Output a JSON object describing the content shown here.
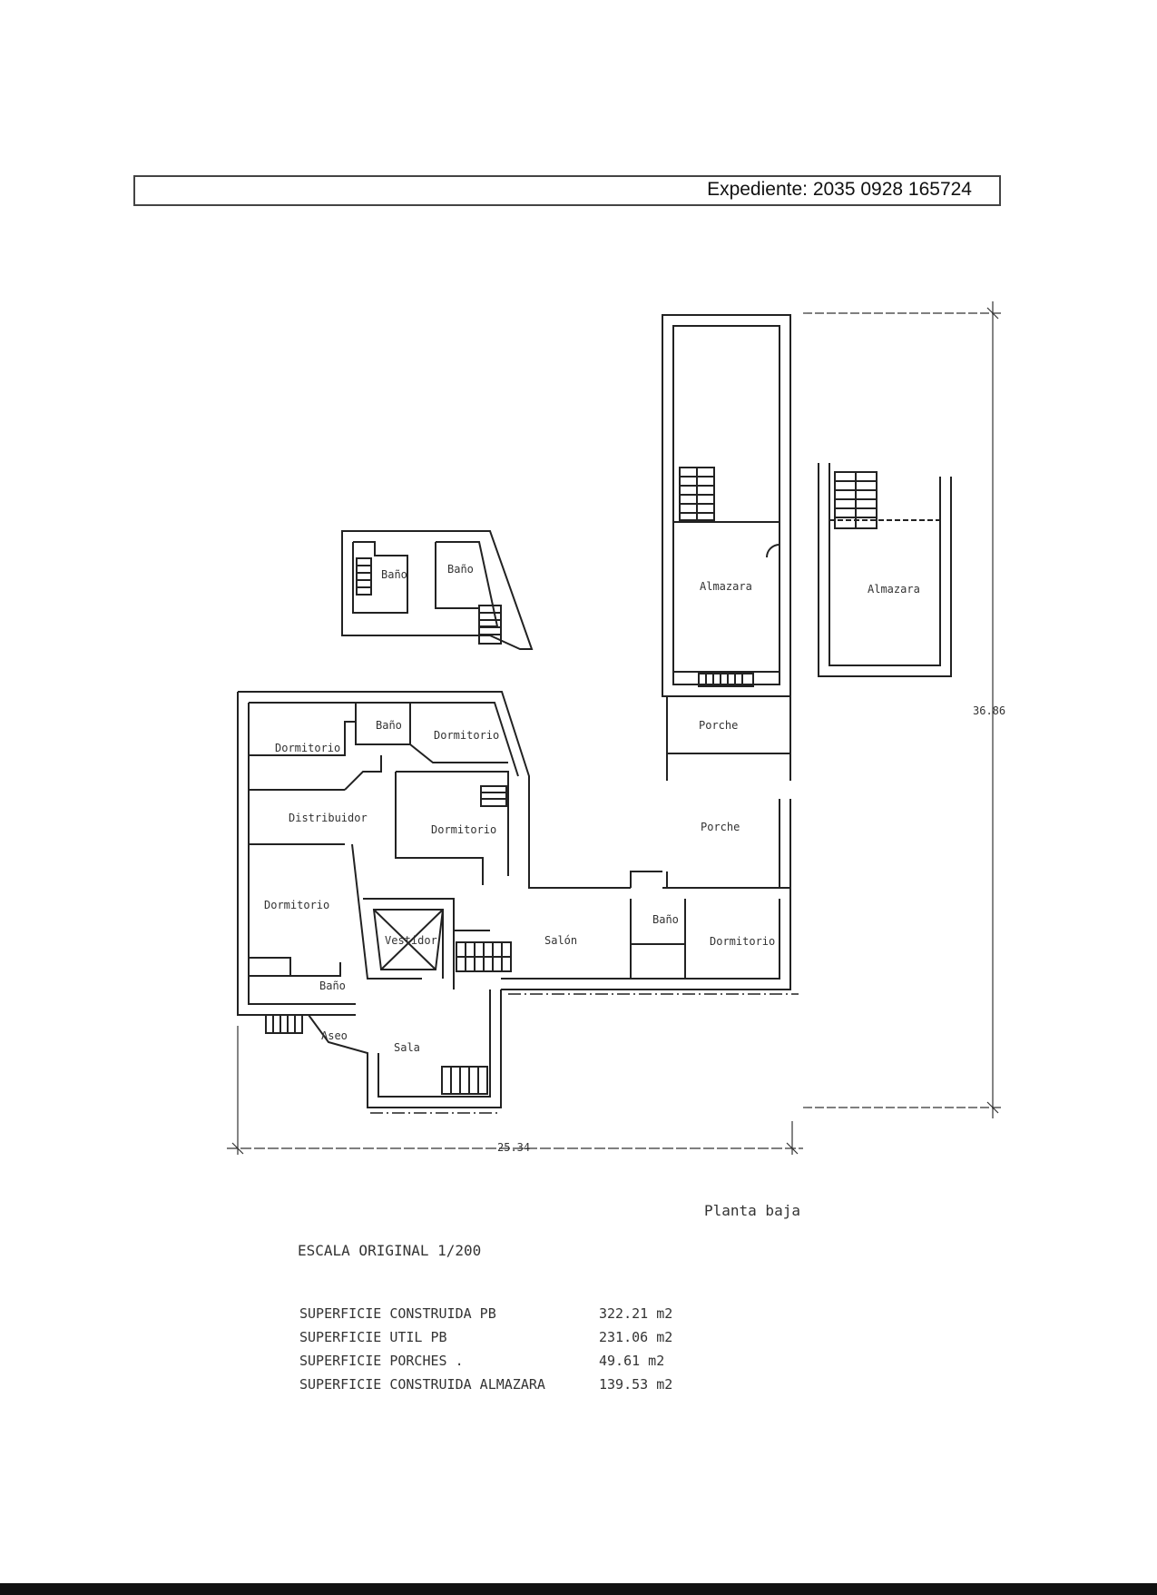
{
  "header": {
    "expediente": "Expediente: 2035 0928 165724"
  },
  "plan": {
    "rooms": {
      "bano_annex_1": "Baño",
      "bano_annex_2": "Baño",
      "almazara_1": "Almazara",
      "almazara_2": "Almazara",
      "porche_1": "Porche",
      "porche_2": "Porche",
      "dormitorio_nw": "Dormitorio",
      "bano_n": "Baño",
      "dormitorio_n": "Dormitorio",
      "distribuidor": "Distribuidor",
      "dormitorio_c": "Dormitorio",
      "dormitorio_w": "Dormitorio",
      "vestidor": "Vestidor",
      "bano_sw": "Baño",
      "salon": "Salón",
      "bano_e": "Baño",
      "dormitorio_e": "Dormitorio",
      "aseo": "Aseo",
      "sala": "Sala"
    },
    "dim_width": "25.34",
    "dim_height": "36.86"
  },
  "footer": {
    "planta": "Planta baja",
    "escala": "ESCALA ORIGINAL 1/200",
    "areas": [
      {
        "label": "SUPERFICIE CONSTRUIDA PB",
        "value": "322.21 m2"
      },
      {
        "label": "SUPERFICIE UTIL PB",
        "value": "231.06 m2"
      },
      {
        "label": "SUPERFICIE PORCHES .",
        "value": "49.61 m2"
      },
      {
        "label": "SUPERFICIE CONSTRUIDA ALMAZARA",
        "value": "139.53 m2"
      }
    ]
  }
}
